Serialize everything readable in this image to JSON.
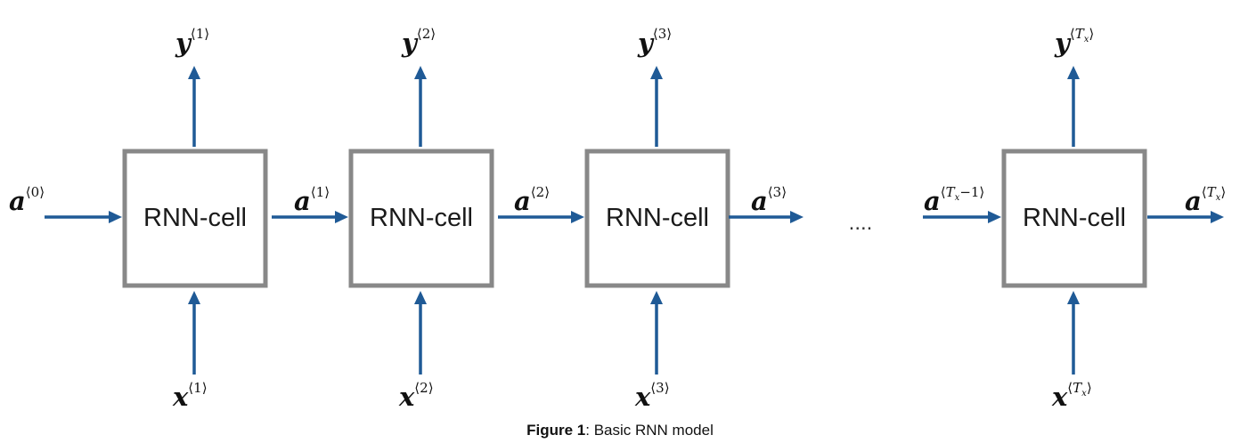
{
  "cell_label": "RNN-cell",
  "ellipsis": "....",
  "caption": {
    "bold": "Figure 1",
    "rest": ": Basic RNN model"
  },
  "colors": {
    "arrow": "#1f5a96",
    "box": "#888888"
  },
  "cells": [
    {
      "x_label": "x",
      "x_sup": "⟨1⟩",
      "y_label": "y",
      "y_sup": "⟨1⟩",
      "a_in_label": "a",
      "a_in_sup": "⟨0⟩"
    },
    {
      "x_label": "x",
      "x_sup": "⟨2⟩",
      "y_label": "y",
      "y_sup": "⟨2⟩",
      "a_in_label": "a",
      "a_in_sup": "⟨1⟩"
    },
    {
      "x_label": "x",
      "x_sup": "⟨3⟩",
      "y_label": "y",
      "y_sup": "⟨3⟩",
      "a_in_label": "a",
      "a_in_sup": "⟨2⟩"
    },
    {
      "x_label": "x",
      "x_sup": "⟨Tx⟩",
      "y_label": "y",
      "y_sup": "⟨Tx⟩",
      "a_in_label": "a",
      "a_in_sup": "⟨Tx−1⟩"
    }
  ],
  "outputs": [
    {
      "label": "a",
      "sup": "⟨3⟩"
    },
    {
      "label": "a",
      "sup": "⟨Tx⟩"
    }
  ]
}
